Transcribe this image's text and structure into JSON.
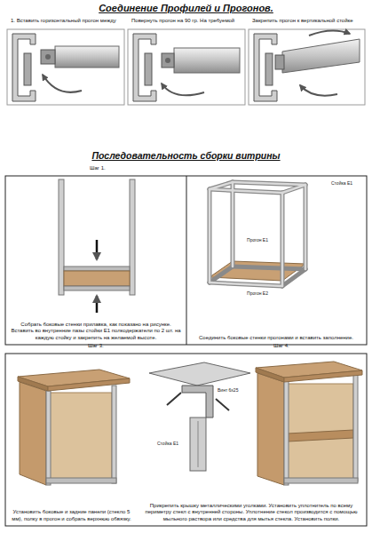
{
  "diagram": {
    "title": "Соединение Профилей и Прогонов.",
    "nodes": [
      {
        "text": [
          "1. Вставить горизонтальный прогон между"
        ]
      },
      {
        "text": [
          "Повернуть прогон на 90 гр. На требуемой"
        ]
      },
      {
        "text": [
          "Закрепить прогон к вертикальной стойке"
        ]
      },
      {
        "text": [
          "Шаг 1.",
          "Собрать боковые стенки прилавка, как показано на рисунке. Вставить во внутренние пазы стойки Е1 полкодержатели по 2 шт. на каждую стойку и закрепить на желаемой высоте."
        ]
      },
      {
        "text": [
          "Соединить боковые стенки прогонами и вставить заполнение."
        ]
      },
      {
        "text": [
          "Шаг 3.",
          "Установить боковые и задние панели (стекло 5 мм), полку в прогон и собрать верхнюю обвязку."
        ]
      },
      {
        "text": [
          "Шаг 4.",
          "Прикрепить крышку металлическими уголками. Установить уплотнитель по всему периметру стекл с внутренней стороны. Уплотнение стекол производится с помощью мыльного раствора или средства для мытья стекла. Установить полки."
        ]
      }
    ],
    "labels": [
      "Последовательность сборки витрины",
      "Стойка Е1",
      "Прогон Е1",
      "Прогон Е2",
      "Винт 6х25",
      "Стойка Е1"
    ]
  }
}
